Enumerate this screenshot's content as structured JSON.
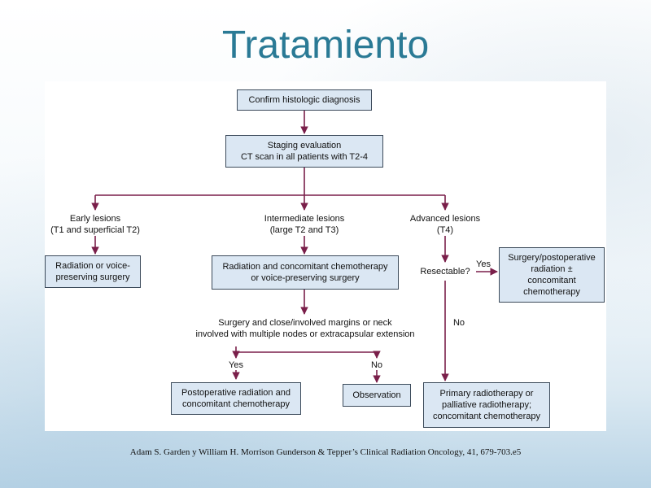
{
  "slide": {
    "title": "Tratamiento",
    "citation": "Adam S. Garden  y William  H. Morrison Gunderson & Tepper’s Clinical Radiation Oncology, 41, 679-703.e5"
  },
  "flowchart": {
    "nodes": {
      "confirm": "Confirm histologic diagnosis",
      "staging": "Staging evaluation\nCT scan in all patients with T2-4",
      "early_rx": "Radiation or voice-\npreserving surgery",
      "intermediate_rx": "Radiation and concomitant chemotherapy\nor voice-preserving surgery",
      "surgery_postop": "Surgery/postoperative\nradiation ±\nconcomitant\nchemotherapy",
      "postop_rad_chemo": "Postoperative radiation and\nconcomitant chemotherapy",
      "observation": "Observation",
      "primary_rt": "Primary radiotherapy or\npalliative radiotherapy;\nconcomitant chemotherapy"
    },
    "labels": {
      "early": "Early lesions\n(T1 and superficial T2)",
      "intermediate": "Intermediate lesions\n(large T2 and T3)",
      "advanced": "Advanced lesions\n(T4)",
      "resectable": "Resectable?",
      "yes_resectable": "Yes",
      "no_resectable": "No",
      "margins_question": "Surgery and close/involved margins or neck\ninvolved with multiple nodes or extracapsular extension",
      "yes_margins": "Yes",
      "no_margins": "No"
    }
  },
  "colors": {
    "title": "#2a7a95",
    "arrow": "#7a1f4a",
    "box_fill": "#dbe7f3",
    "box_border": "#3b4a5a"
  }
}
